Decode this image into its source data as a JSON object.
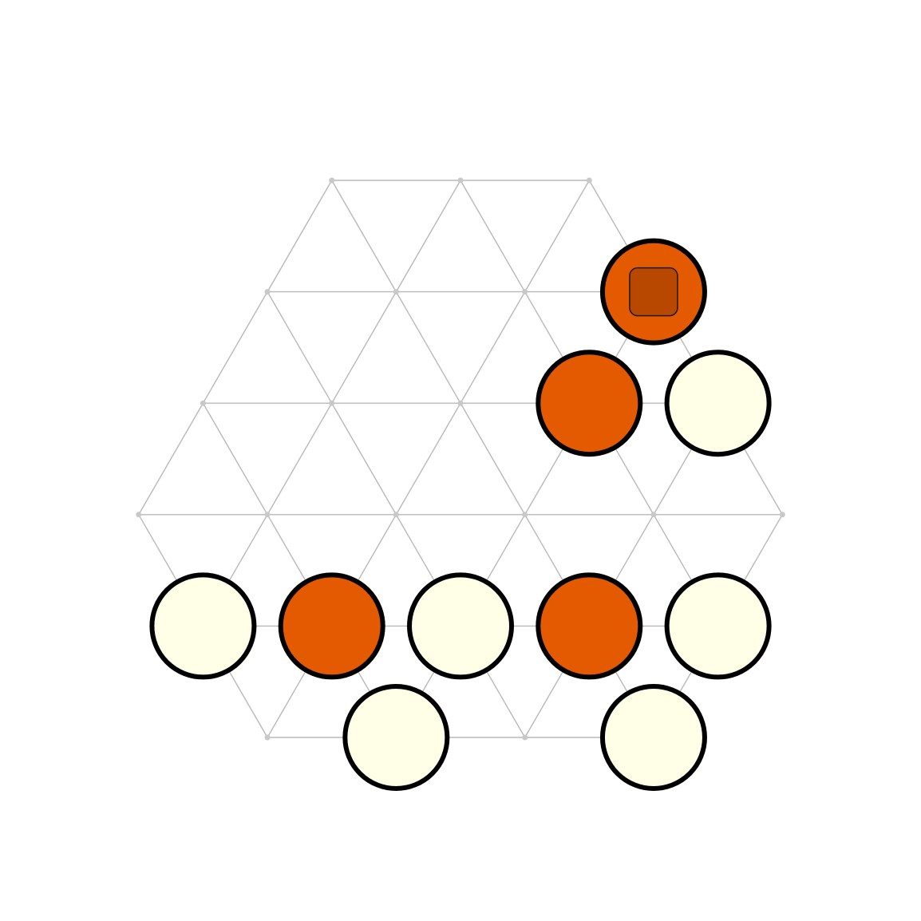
{
  "board": {
    "shape": "hexagon",
    "cell": "triangular",
    "row_lengths": [
      3,
      4,
      5,
      6,
      5,
      4
    ],
    "grid_color": "#b8b8b8",
    "background": "#ffffff"
  },
  "colors": {
    "orange": "#e35a00",
    "cream": "#ffffe8",
    "last_move_marker": "#b84700",
    "outline": "#000000"
  },
  "pieces": [
    {
      "row": 1,
      "col": 3,
      "color": "orange",
      "last_move": true
    },
    {
      "row": 2,
      "col": 3,
      "color": "orange"
    },
    {
      "row": 2,
      "col": 4,
      "color": "cream"
    },
    {
      "row": 4,
      "col": 0,
      "color": "cream"
    },
    {
      "row": 4,
      "col": 1,
      "color": "orange"
    },
    {
      "row": 4,
      "col": 2,
      "color": "cream"
    },
    {
      "row": 4,
      "col": 3,
      "color": "orange"
    },
    {
      "row": 4,
      "col": 4,
      "color": "cream"
    },
    {
      "row": 5,
      "col": 1,
      "color": "cream"
    },
    {
      "row": 5,
      "col": 3,
      "color": "cream"
    }
  ]
}
